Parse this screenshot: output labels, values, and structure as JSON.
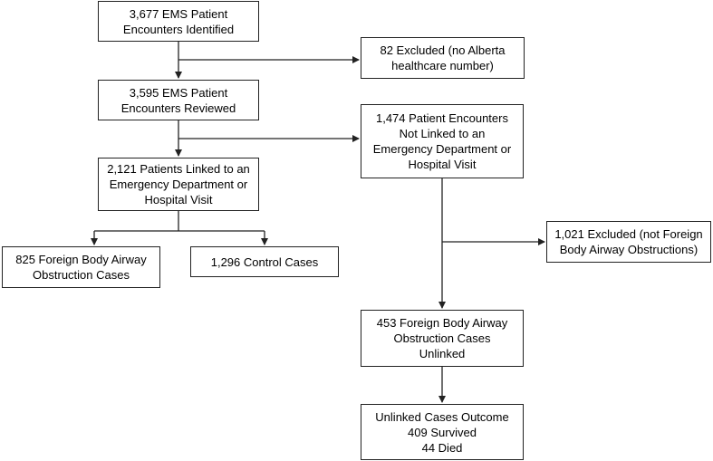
{
  "boxes": {
    "identified": "3,677 EMS Patient\nEncounters Identified",
    "excluded_no_ahn": "82 Excluded (no Alberta\nhealthcare number)",
    "reviewed": "3,595 EMS Patient\nEncounters Reviewed",
    "not_linked": "1,474 Patient Encounters\nNot Linked to an\nEmergency Department or\nHospital Visit",
    "linked": "2,121 Patients Linked to an\nEmergency Department or\nHospital Visit",
    "excluded_not_fbao": "1,021 Excluded (not Foreign\nBody Airway Obstructions)",
    "fbao_cases": "825 Foreign Body Airway\nObstruction Cases",
    "control_cases": "1,296 Control Cases",
    "unlinked_cases": "453 Foreign Body Airway\nObstruction Cases\nUnlinked",
    "outcome": "Unlinked Cases Outcome\n409 Survived\n44 Died"
  }
}
